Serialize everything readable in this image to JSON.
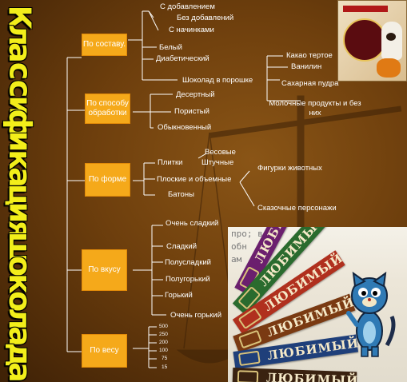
{
  "title_vertical": "Классификация шоколада",
  "categories": [
    {
      "label": "По составу.",
      "items": [
        "С добавлением",
        "Без добавлений",
        "С начинками",
        "Белый",
        "Диабетический",
        "Шоколад в порошке"
      ]
    },
    {
      "label": "По способу обработки",
      "items": [
        "Десертный",
        "Пористый",
        "Обыкновенный"
      ]
    },
    {
      "label": "По форме",
      "items": [
        "Весовые",
        "Плитки",
        "Штучные",
        "Плоские и объемные",
        "Батоны"
      ]
    },
    {
      "label": "По вкусу",
      "items": [
        "Очень сладкий",
        "Сладкий",
        "Полусладкий",
        "Полугорький",
        "Горький",
        "Очень горький"
      ]
    },
    {
      "label": "По весу",
      "items": [
        "500",
        "250",
        "200",
        "100",
        "75",
        "15"
      ]
    }
  ],
  "powder_components": [
    "Какао тертое",
    "Ванилин",
    "Сахарная пудра",
    "Молочные продукты и без них"
  ],
  "shape_subtypes": [
    "Фигурки животных",
    "Сказочные персонажи"
  ],
  "photo_text": [
    "про; в",
    "обн",
    "ам"
  ],
  "chocolate_bars": [
    "ЛЮБИМЫЙ",
    "ЛЮБИМЫЙ",
    "ЛЮБИМЫЙ",
    "ЛЮБИМЫЙ",
    "ЛЮБИМЫЙ",
    "ЛЮБИМЫЙ"
  ],
  "colors": {
    "box": "#f5a91a",
    "title": "#f2ee1a",
    "background": "#6e3f0d"
  }
}
